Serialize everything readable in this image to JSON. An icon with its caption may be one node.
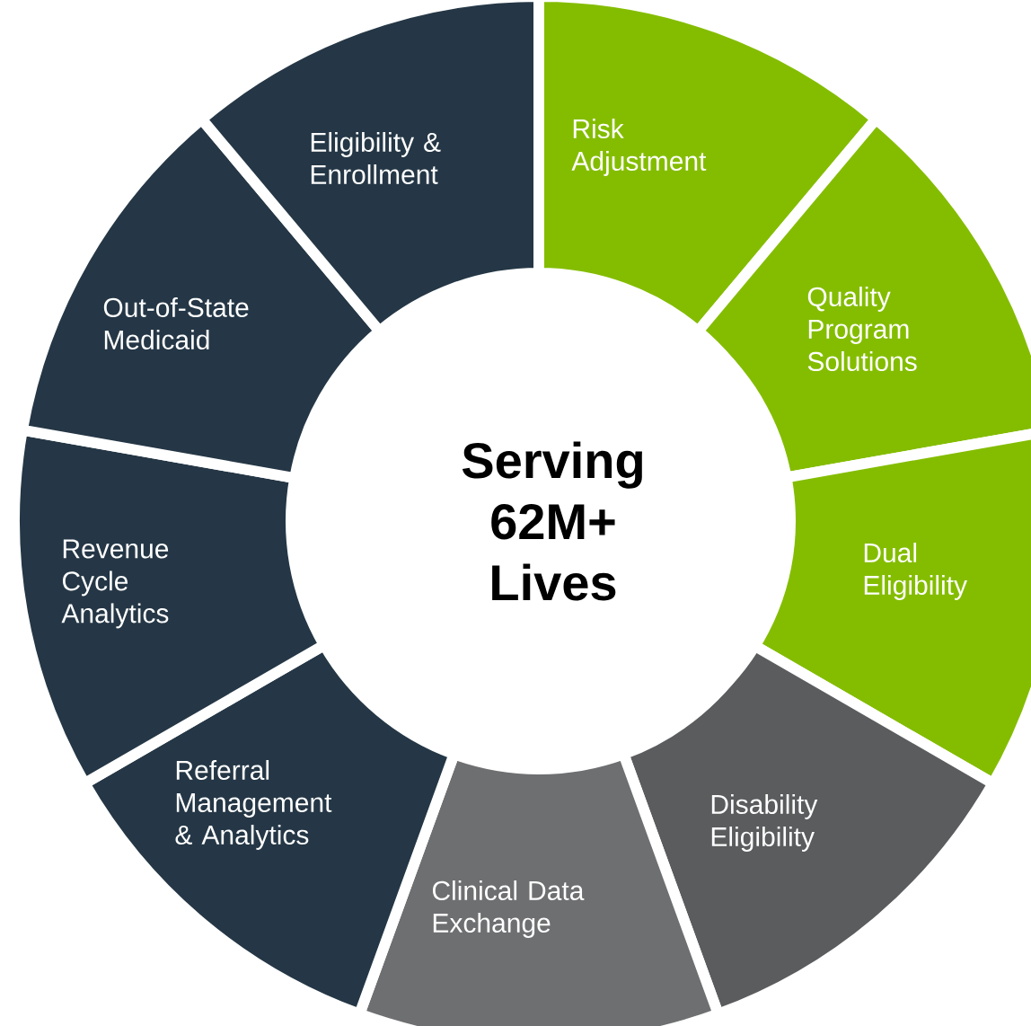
{
  "diagram": {
    "nodes": [
      {
        "text": [
          "Serving 62M+ Lives"
        ]
      },
      {
        "text": [
          "Risk Adjustment"
        ]
      },
      {
        "text": [
          "Quality Program Solutions"
        ]
      },
      {
        "text": [
          "Dual Eligibility"
        ]
      },
      {
        "text": [
          "Disability Eligibility"
        ]
      },
      {
        "text": [
          "Clinical Data Exchange"
        ]
      },
      {
        "text": [
          "Referral Management & Analytics"
        ]
      },
      {
        "text": [
          "Revenue Cycle Analytics"
        ]
      },
      {
        "text": [
          "Out-of-State Medicaid"
        ]
      },
      {
        "text": [
          "Eligibility & Enrollment"
        ]
      }
    ]
  }
}
